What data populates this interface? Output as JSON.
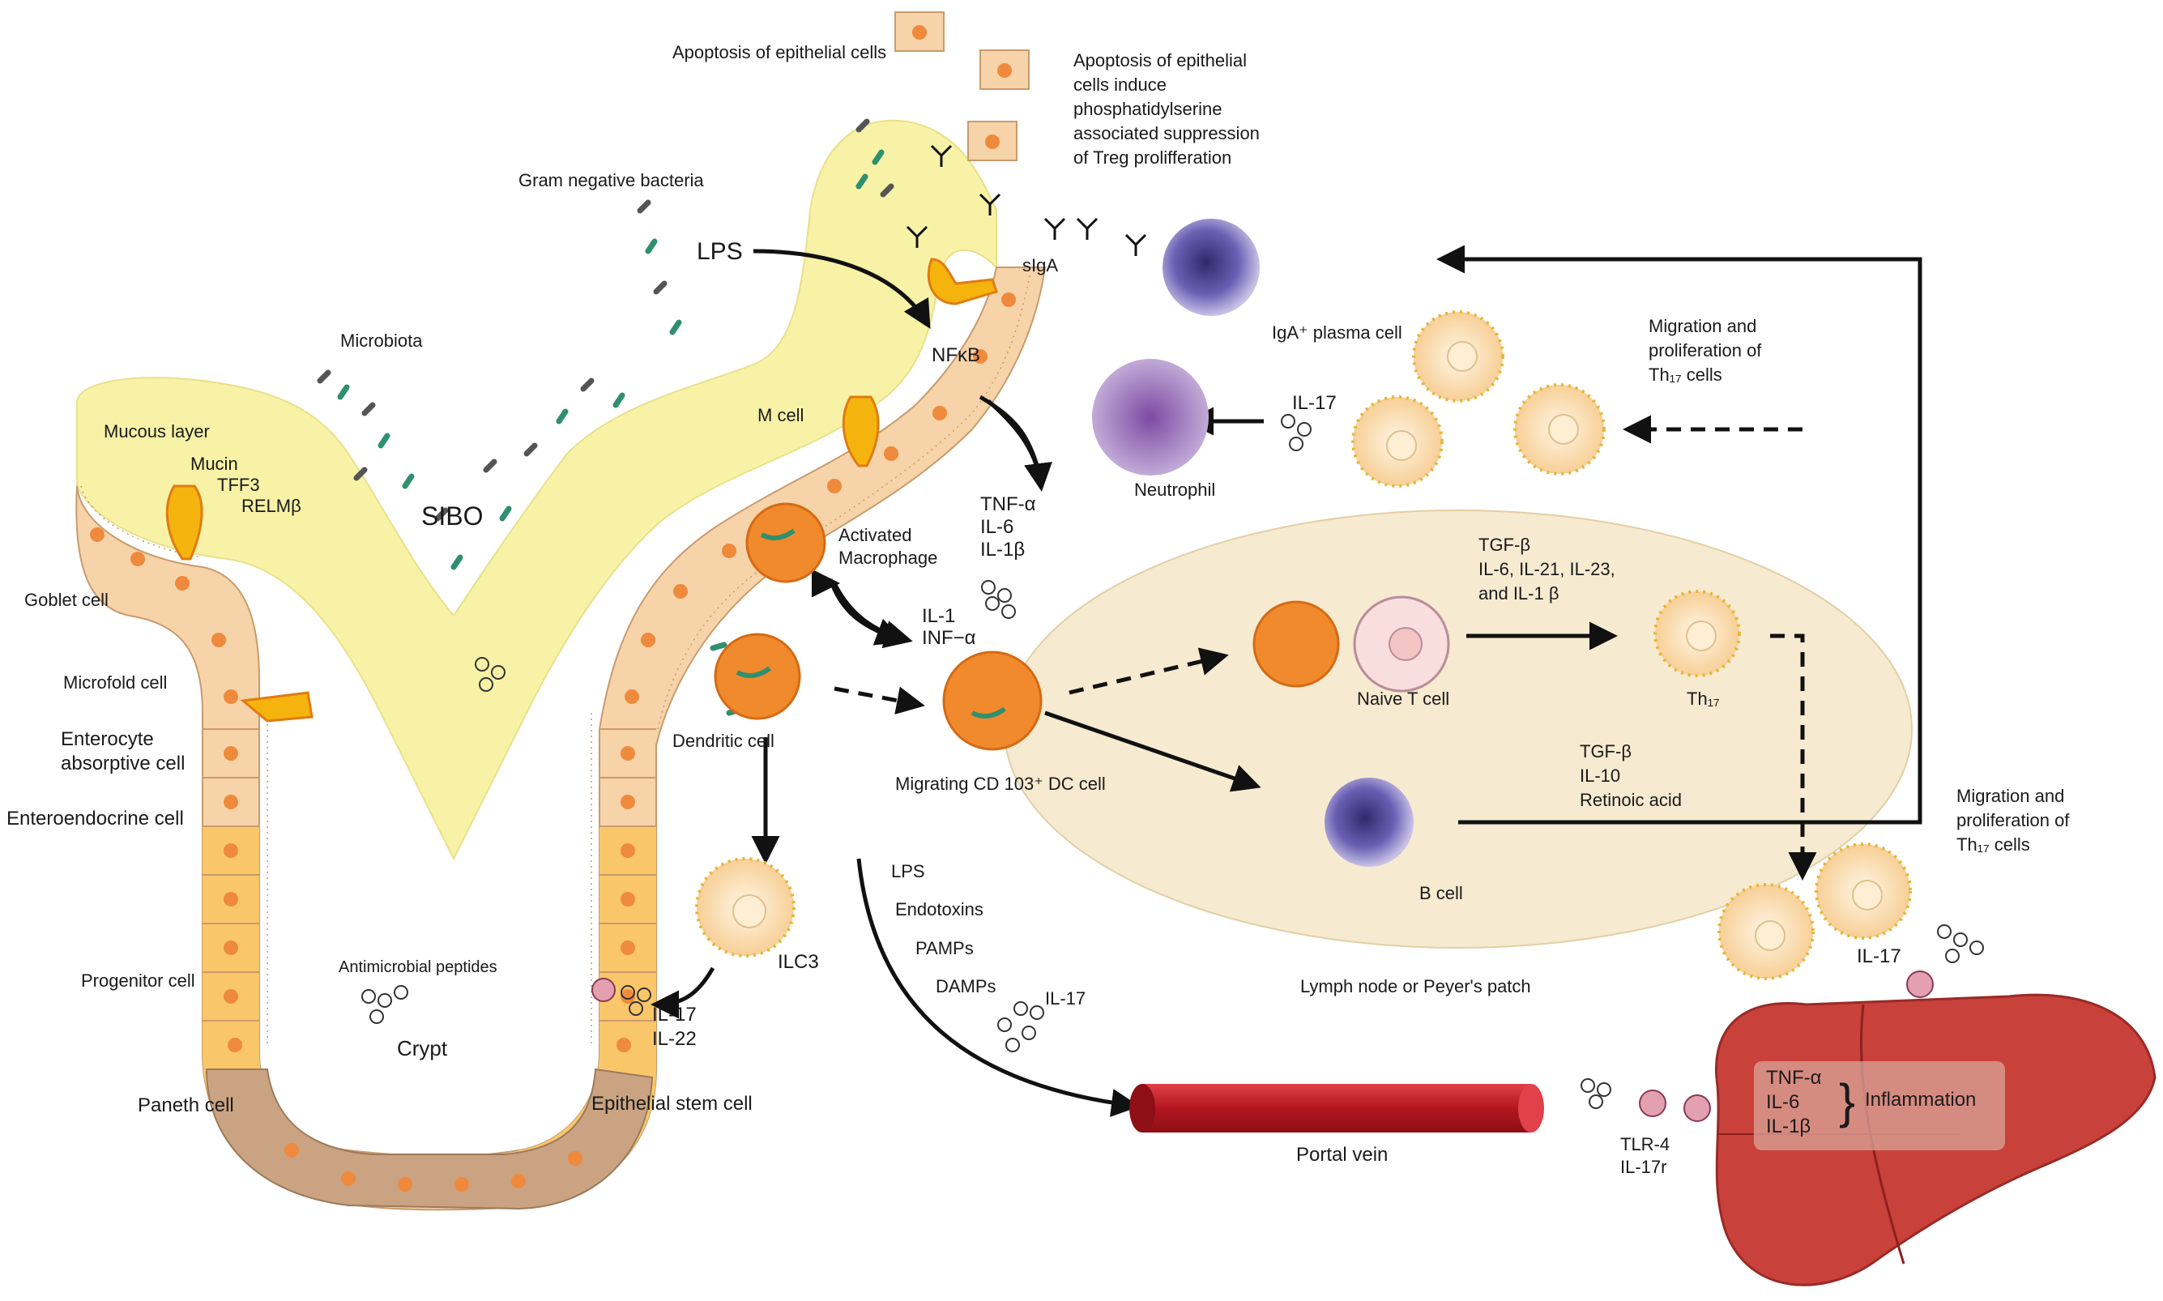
{
  "labels": {
    "apoptosis_cells": "Apoptosis of epithelial cells",
    "apoptosis_note": [
      "Apoptosis of epithelial",
      "cells induce",
      "phosphatidylserine",
      "associated suppression",
      "of Treg prolifferation"
    ],
    "gram_negative": "Gram negative bacteria",
    "lps_top": "LPS",
    "nfkb": "NFκB",
    "siga": "sIgA",
    "microbiota": "Microbiota",
    "mucous_layer": "Mucous layer",
    "mucin": "Mucin",
    "tff3": "TFF3",
    "relmb": "RELMβ",
    "sibo": "SIBO",
    "m_cell": "M cell",
    "goblet_cell": "Goblet cell",
    "microfold_cell": "Microfold cell",
    "enterocyte": [
      "Enterocyte",
      "absorptive cell"
    ],
    "enteroendocrine": "Enteroendocrine cell",
    "progenitor": "Progenitor cell",
    "paneth": "Paneth cell",
    "antimicrobial": "Antimicrobial peptides",
    "crypt": "Crypt",
    "stem_cell": "Epithelial stem cell",
    "activated_macrophage": [
      "Activated",
      "Macrophage"
    ],
    "cytokines_macrophage": [
      "TNF-α",
      "IL-6",
      "IL-1β"
    ],
    "il1_inf": [
      "IL-1",
      "INF−α"
    ],
    "dendritic_cell": "Dendritic cell",
    "migrating_dc": "Migrating CD 103⁺ DC cell",
    "ilc3": "ILC3",
    "ilc3_cytokines": [
      "IL-17",
      "IL-22"
    ],
    "lps_list": [
      "LPS",
      "Endotoxins",
      "PAMPs",
      "DAMPs"
    ],
    "il17_lower": "IL-17",
    "portal_vein": "Portal vein",
    "tlr4": [
      "TLR-4",
      "IL-17r"
    ],
    "liver_cytokines": [
      "TNF-α",
      "IL-6",
      "IL-1β"
    ],
    "inflammation": "Inflammation",
    "iga_plasma": "IgA⁺ plasma cell",
    "il17_neutrophil": "IL-17",
    "neutrophil": "Neutrophil",
    "migration_top": [
      "Migration and",
      "proliferation of",
      "Th₁₇ cells"
    ],
    "migration_right": [
      "Migration and",
      "proliferation of",
      "Th₁₇ cells"
    ],
    "tgf_top": [
      "TGF-β",
      "IL-6, IL-21, IL-23,",
      "and IL-1 β"
    ],
    "naive_t": "Naive T cell",
    "th17": "Th₁₇",
    "tgf_bottom": [
      "TGF-β",
      "IL-10",
      "Retinoic acid"
    ],
    "b_cell": "B cell",
    "lymph_node": "Lymph node or Peyer's patch",
    "il17_right": "IL-17"
  },
  "colors": {
    "mucus": "#f7f2a6",
    "epithelium": "#f6d3a8",
    "crypt_cell": "#f9c66a",
    "nucleus": "#ef8a3d",
    "paneth": "#c9a382",
    "lymph": "#f6ead0",
    "macrophage": "#f08a2c",
    "tcell": "#fbe2b8",
    "spike": "#e5b63b",
    "bcell": "#5b4ea3",
    "neutrophil": "#9c7bb8",
    "liver": "#c9413b",
    "vein": "#c0232b"
  }
}
